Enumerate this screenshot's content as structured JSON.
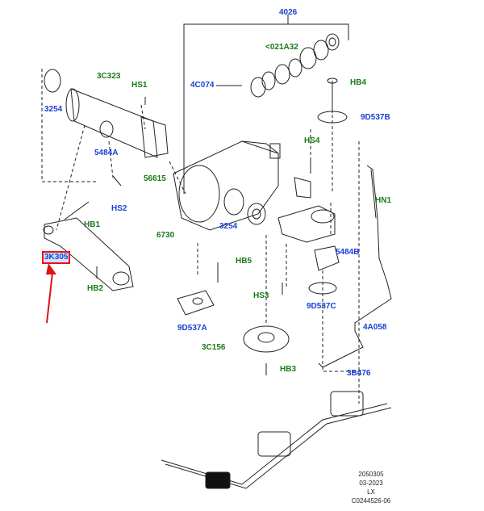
{
  "labels": {
    "l4026": "4026",
    "l021A32": "<021A32",
    "l3C323": "3C323",
    "lHS1": "HS1",
    "l4C074": "4C074",
    "lHB4": "HB4",
    "l3254a": "3254",
    "l5484A": "5484A",
    "l9D537B": "9D537B",
    "l56615": "56615",
    "lHS4": "HS4",
    "lHS2": "HS2",
    "lHN1": "HN1",
    "lHB1": "HB1",
    "l3254b": "3254",
    "l6730": "6730",
    "l5484B": "5484B",
    "l3K305": "3K305",
    "lHB5": "HB5",
    "lHB2": "HB2",
    "lHS3": "HS3",
    "l9D537C": "9D537C",
    "l4A058": "4A058",
    "l9D537A": "9D537A",
    "l3C156": "3C156",
    "lHB3": "HB3",
    "l3B476": "3B476"
  },
  "meta": {
    "line1": "2050305",
    "line2": "03-2023",
    "line3": "LX",
    "line4": "C0244526-06"
  },
  "colors": {
    "part_label": "#1a3fd6",
    "fastener_label": "#1a7a1a",
    "highlight_arrow": "#e11111"
  }
}
